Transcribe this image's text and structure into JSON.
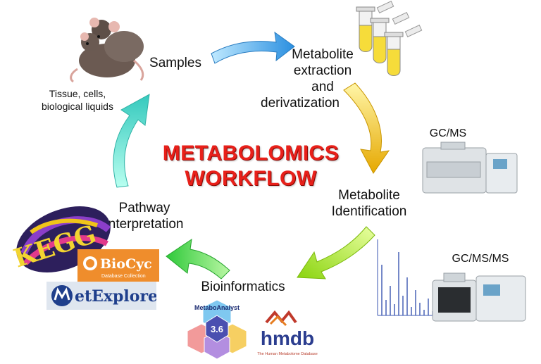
{
  "title_line1": "METABOLOMICS",
  "title_line2": "WORKFLOW",
  "steps": {
    "samples": "Samples",
    "sample_note_line1": "Tissue, cells,",
    "sample_note_line2": "biological liquids",
    "extraction_line1": "Metabolite",
    "extraction_line2": "extraction",
    "extraction_line3": "and",
    "extraction_line4": "derivatization",
    "identification_line1": "Metabolite",
    "identification_line2": "Identification",
    "bioinformatics": "Bioinformatics",
    "pathway_line1": "Pathway",
    "pathway_line2": "interpretation"
  },
  "instruments": {
    "gcms": "GC/MS",
    "gcmsms": "GC/MS/MS"
  },
  "logos": {
    "biocyc_main": "BioCyc",
    "biocyc_sub": "Database Collection",
    "metexplore": "etExplore",
    "metaboanalyst_name": "MetaboAnalyst",
    "metaboanalyst_version": "3.6",
    "hmdb": "hmdb",
    "hmdb_sub": "The Human Metabolome Database",
    "kegg": "KEGG"
  },
  "colors": {
    "title": "#e8201a",
    "arrow_blue": "#2a8fe0",
    "arrow_yellow": "#f2c200",
    "arrow_lime": "#9ee21a",
    "arrow_green": "#45d63a",
    "arrow_cyan": "#55dcc8"
  }
}
